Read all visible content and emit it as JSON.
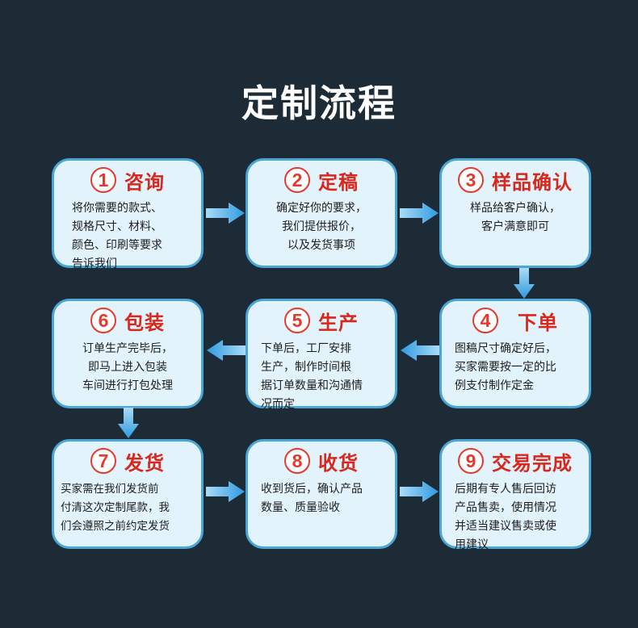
{
  "title": "定制流程",
  "colors": {
    "background": "#1c2b36",
    "card": "#e3f3fc",
    "border": "#4aa6d6",
    "accent": "#d8271c",
    "arrow": "#3aa7e6"
  },
  "steps": [
    {
      "num": "1",
      "name": "咨询",
      "lines": [
        "将你需要的款式、",
        "规格尺寸、材料、",
        "颜色、印刷等要求",
        "告诉我们"
      ]
    },
    {
      "num": "2",
      "name": "定稿",
      "lines": [
        "确定好你的要求，",
        "我们提供报价，",
        "以及发货事项"
      ]
    },
    {
      "num": "3",
      "name": "样品确认",
      "lines": [
        "样品给客户确认，",
        "客户满意即可"
      ]
    },
    {
      "num": "4",
      "name": "下单",
      "lines": [
        "图稿尺寸确定好后，",
        "买家需要按一定的比",
        "例支付制作定金"
      ]
    },
    {
      "num": "5",
      "name": "生产",
      "lines": [
        "下单后，工厂安排",
        "生产，制作时间根",
        "据订单数量和沟通情",
        "况而定"
      ]
    },
    {
      "num": "6",
      "name": "包装",
      "lines": [
        "订单生产完毕后，",
        "即马上进入包装",
        "车间进行打包处理"
      ]
    },
    {
      "num": "7",
      "name": "发货",
      "lines": [
        "买家需在我们发货前",
        "付清这次定制尾款，我",
        "们会遵照之前约定发货"
      ]
    },
    {
      "num": "8",
      "name": "收货",
      "lines": [
        "收到货后，确认产品",
        "数量、质量验收"
      ]
    },
    {
      "num": "9",
      "name": "交易完成",
      "lines": [
        "后期有专人售后回访",
        "产品售卖，使用情况",
        "并适当建议售卖或使",
        "用建议"
      ]
    }
  ]
}
